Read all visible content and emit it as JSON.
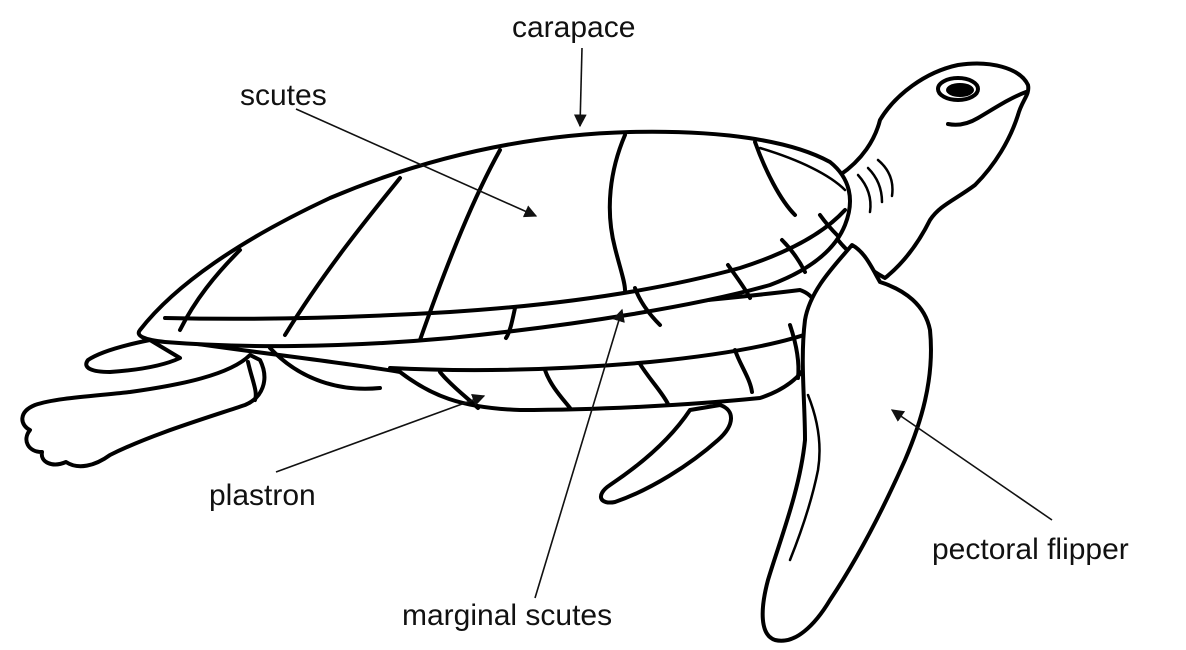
{
  "labels": {
    "carapace": "carapace",
    "scutes": "scutes",
    "plastron": "plastron",
    "marginal_scutes": "marginal scutes",
    "pectoral_flipper": "pectoral flipper"
  },
  "colors": {
    "line": "#000000",
    "background": "#ffffff",
    "text": "#111111"
  }
}
